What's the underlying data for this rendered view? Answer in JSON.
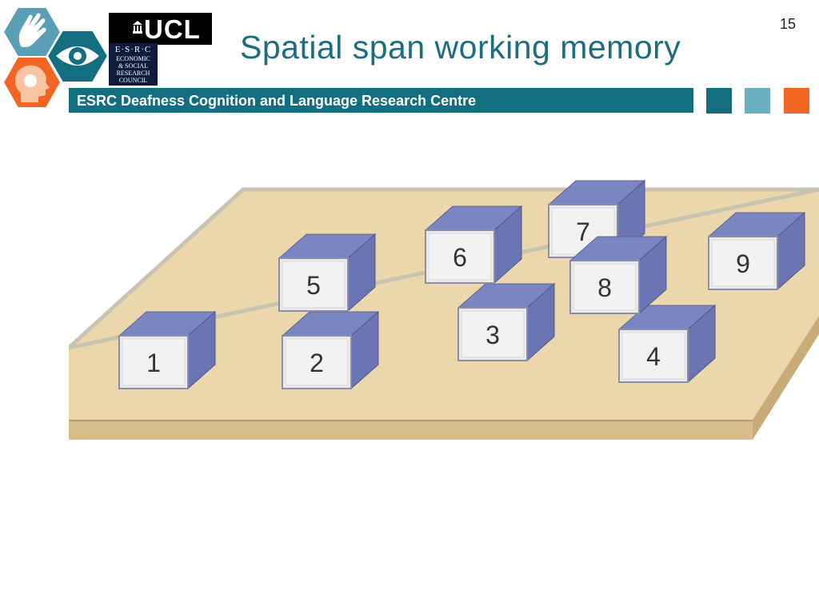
{
  "slide": {
    "page_number": "15",
    "title": "Spatial span working memory",
    "banner_text": "ESRC Deafness Cognition and Language Research Centre"
  },
  "logos": {
    "ucl": "UCL",
    "esrc_lines": [
      "E·S·R·C",
      "ECONOMIC",
      "& SOCIAL",
      "RESEARCH",
      "COUNCIL"
    ]
  },
  "icons": [
    "hand-sign-icon",
    "eye-icon",
    "head-profile-icon"
  ],
  "accent_squares": [
    "#136e7f",
    "#6aaec4",
    "#f26522"
  ],
  "blocks": [
    "1",
    "2",
    "3",
    "4",
    "5",
    "6",
    "7",
    "8",
    "9"
  ]
}
